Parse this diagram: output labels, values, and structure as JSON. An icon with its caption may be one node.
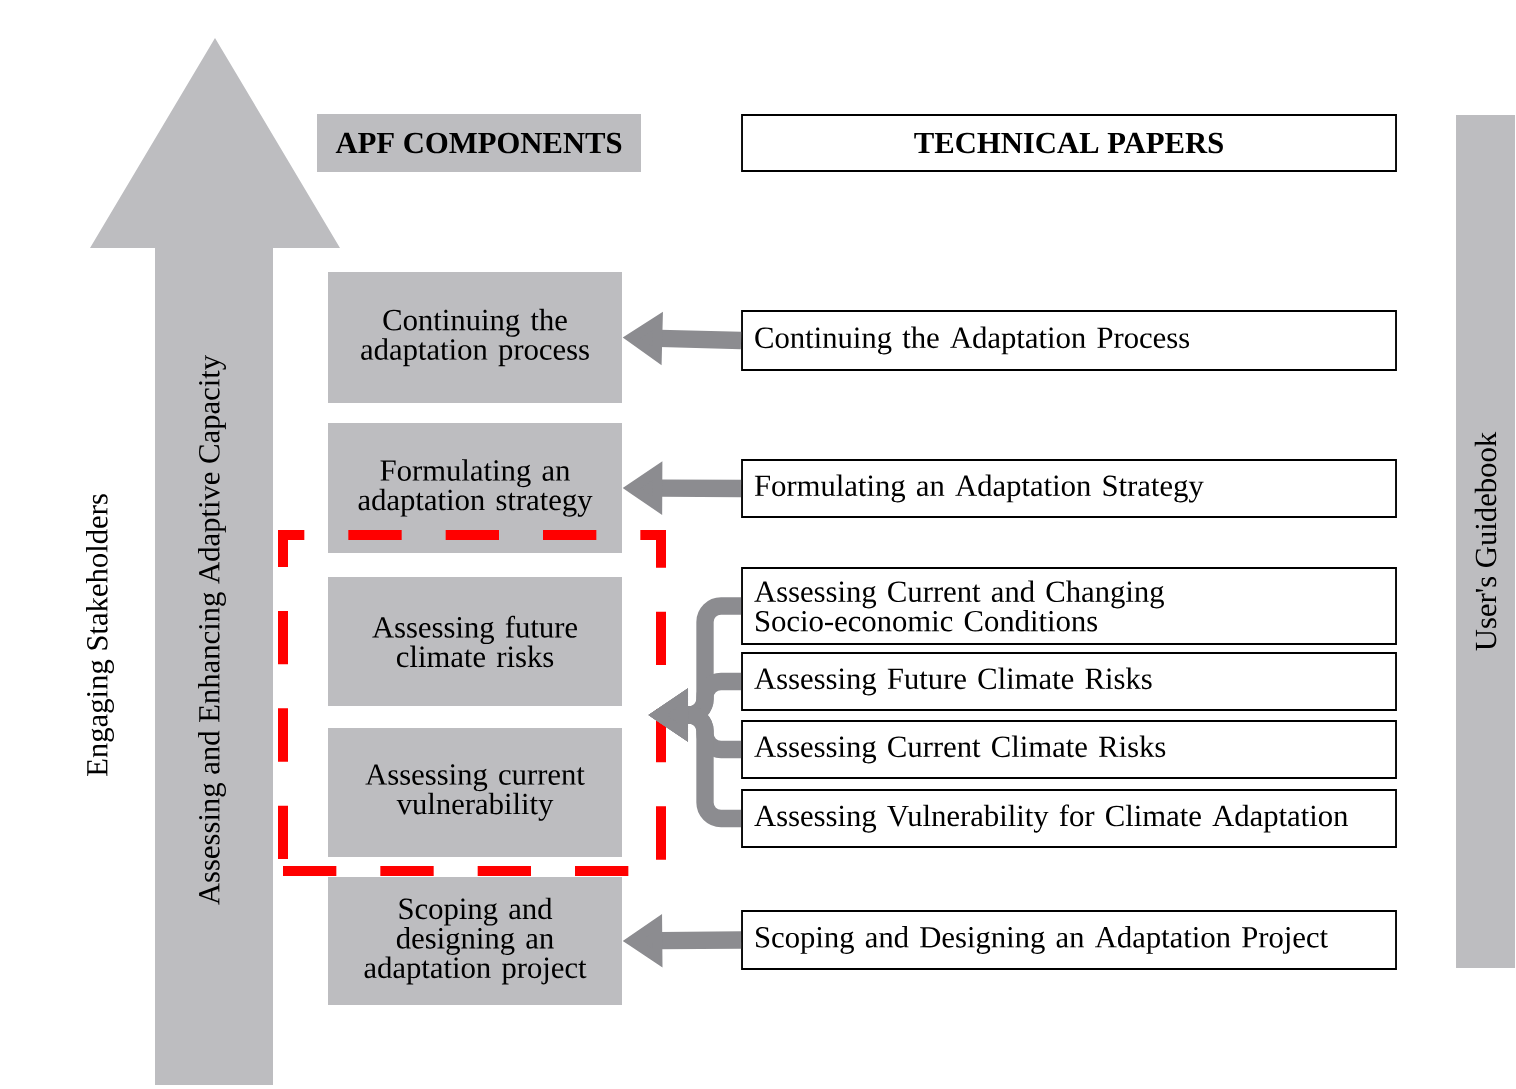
{
  "diagram": {
    "nodes": [
      {
        "text": [
          "APF COMPONENTS"
        ]
      },
      {
        "text": [
          "TECHNICAL PAPERS"
        ]
      },
      {
        "text": [
          "Continuing the adaptation process"
        ]
      },
      {
        "text": [
          "Continuing the Adaptation Process"
        ]
      },
      {
        "text": [
          "Formulating an adaptation strategy"
        ]
      },
      {
        "text": [
          "Formulating an Adaptation Strategy"
        ]
      },
      {
        "text": [
          "Assessing future climate risks"
        ],
        "in": 16
      },
      {
        "text": [
          "Assessing Current and Changing Socio-economic Conditions"
        ]
      },
      {
        "text": [
          "Assessing Future Climate Risks"
        ]
      },
      {
        "text": [
          "Assessing current vulnerability"
        ],
        "in": 16
      },
      {
        "text": [
          "Assessing Current Climate Risks"
        ]
      },
      {
        "text": [
          "Assessing Vulnerability for Climate Adaptation"
        ]
      },
      {
        "text": [
          "Scoping and designing an adaptation project"
        ]
      },
      {
        "text": [
          "Scoping and Designing an Adaptation Project"
        ]
      },
      {
        "text": [
          "User's Guidebook"
        ]
      },
      {
        "text": [
          "Assessing and Enhancing Adaptive Capacity"
        ]
      },
      {
        "text": [],
        "shape": "box"
      }
    ],
    "edges": [
      {
        "from": 3,
        "to": 2,
        "arrow": "to"
      },
      {
        "from": 5,
        "to": 4,
        "arrow": "to"
      },
      {
        "from": 7,
        "to": 16,
        "arrow": "to"
      },
      {
        "from": 8,
        "to": 16,
        "arrow": "to"
      },
      {
        "from": 10,
        "to": 16,
        "arrow": "to"
      },
      {
        "from": 11,
        "to": 16,
        "arrow": "to"
      },
      {
        "from": 13,
        "to": 12,
        "arrow": "to"
      }
    ],
    "labels": [
      "Engaging Stakeholders"
    ]
  }
}
